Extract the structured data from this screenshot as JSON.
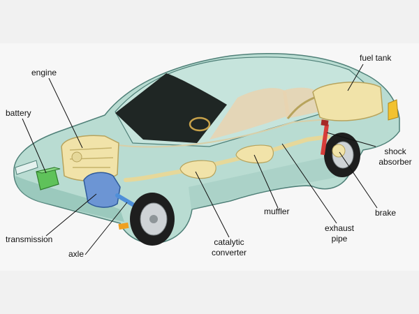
{
  "labels": {
    "engine": "engine",
    "battery": "battery",
    "transmission": "transmission",
    "axle": "axle",
    "catalytic_line1": "catalytic",
    "catalytic_line2": "converter",
    "muffler": "muffler",
    "exhaust_line1": "exhaust",
    "exhaust_line2": "pipe",
    "brake": "brake",
    "shock_line1": "shock",
    "shock_line2": "absorber",
    "fuel_tank": "fuel tank"
  },
  "colors": {
    "body": "#b9dcd2",
    "body_dark": "#8fc0b4",
    "outline": "#4e7f77",
    "glass": "#1f2624",
    "interior": "#e9d3b0",
    "component_yellow": "#f1e3a9",
    "component_outline": "#b7a35c",
    "battery": "#5fc25a",
    "transmission": "#6c95d4",
    "axle": "#4f8fd8",
    "shock": "#d63d3a",
    "tire": "#1e1e1e",
    "rim": "#cfd3d6"
  }
}
